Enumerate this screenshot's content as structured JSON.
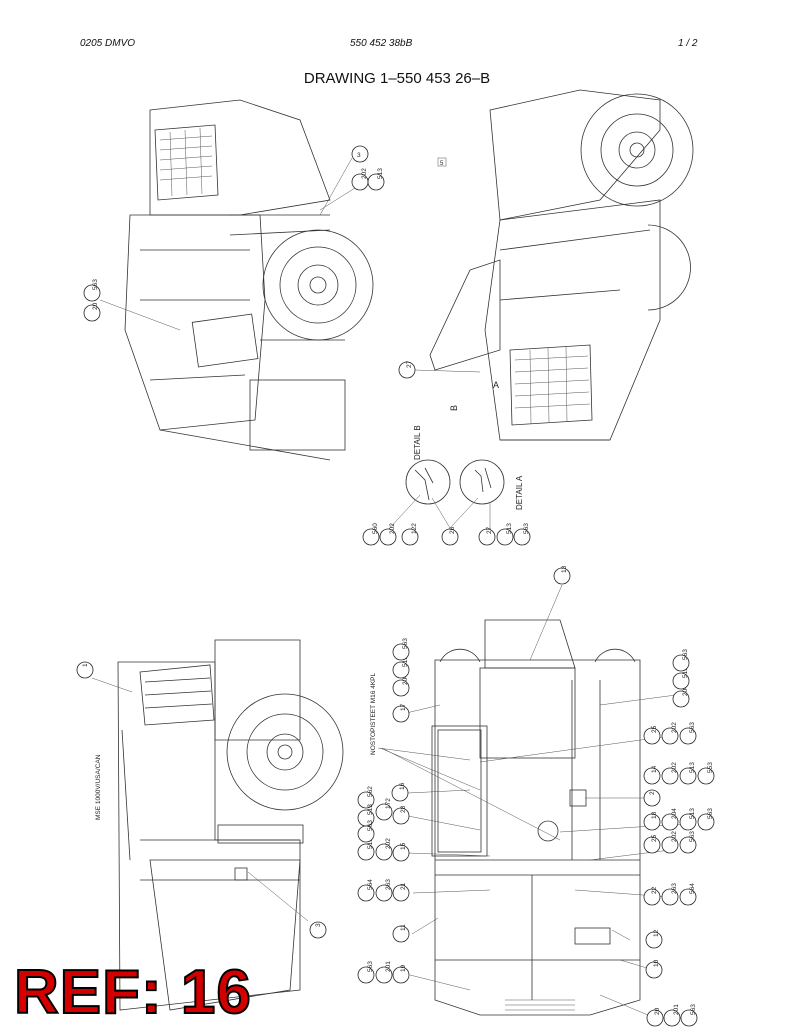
{
  "header": {
    "left": "0205 DMVO",
    "center": "550 452 38bB",
    "right": "1 /   2"
  },
  "title": "DRAWING 1–550 453 26–B",
  "ref_label": "REF: 16",
  "detail_labels": {
    "detail_a": "DETAIL A",
    "detail_b": "DETAIL B",
    "mark_a": "A",
    "mark_b": "B",
    "mark_5": "5"
  },
  "side_labels": {
    "vertical_left": "MSE 1000V/USA/CAN",
    "vertical_right": "NOSTOPISTEET M16 4KPL"
  },
  "callouts": {
    "v1_3": "3",
    "v1_202": "202",
    "v1_513": "513",
    "v1_20": "20",
    "v1_563": "563",
    "v2_27": "27",
    "d_560": "560",
    "d_202": "202",
    "d_122": "122",
    "d_26": "26",
    "d_27": "27",
    "d_513": "513",
    "d_563": "563",
    "v3_1": "1",
    "v3_3": "3",
    "v4_13": "13",
    "v4_17": "17",
    "v4_204": "204",
    "v4_513": "513",
    "v4_563": "563",
    "v4_204r": "204",
    "v4_513r": "513",
    "v4_563r": "563",
    "v4_25": "25",
    "v4_202": "202",
    "v4_563b": "563",
    "v4_14": "14",
    "v4_202b": "202",
    "v4_513b": "513",
    "v4_553": "553",
    "v4_16": "16",
    "v4_2": "2",
    "v4_562": "562",
    "v4_513c": "513",
    "v4_172": "172",
    "v4_28": "28",
    "v4_18": "18",
    "v4_204b": "204",
    "v4_513d": "513",
    "v4_563c": "563",
    "v4_513e": "513",
    "v4_563d": "563",
    "v4_202c": "202",
    "v4_15": "15",
    "v4_25b": "25",
    "v4_202d": "202",
    "v4_563e": "563",
    "v4_564": "564",
    "v4_263": "263",
    "v4_21": "21",
    "v4_22": "22",
    "v4_263b": "263",
    "v4_564b": "564",
    "v4_11": "11",
    "v4_12": "12",
    "v4_10": "10",
    "v4_563f": "563",
    "v4_201": "201",
    "v4_19": "19",
    "v4_20": "20",
    "v4_201b": "201",
    "v4_563g": "563"
  }
}
